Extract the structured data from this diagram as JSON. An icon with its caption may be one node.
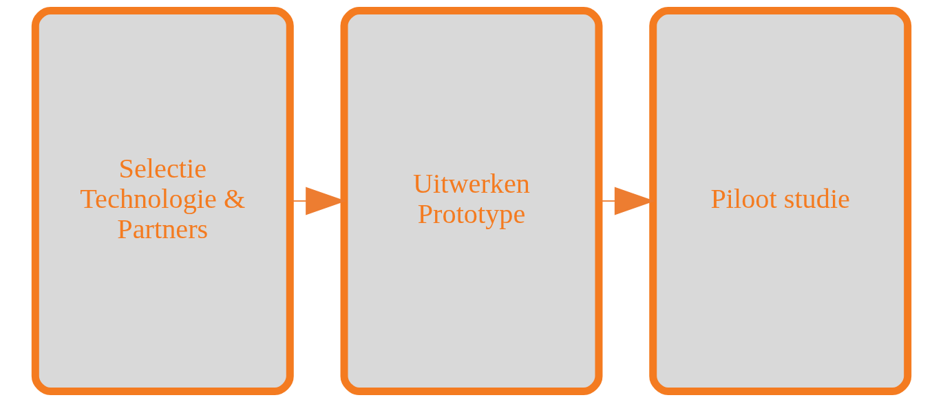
{
  "diagram": {
    "nodes": [
      {
        "text": [
          "Selectie Technologie & Partners"
        ]
      },
      {
        "text": [
          "Uitwerken Prototype"
        ]
      },
      {
        "text": [
          "Piloot studie"
        ]
      }
    ],
    "edges": [
      {
        "from": 0,
        "to": 1,
        "arrow": "to"
      },
      {
        "from": 1,
        "to": 2,
        "arrow": "to"
      }
    ]
  }
}
